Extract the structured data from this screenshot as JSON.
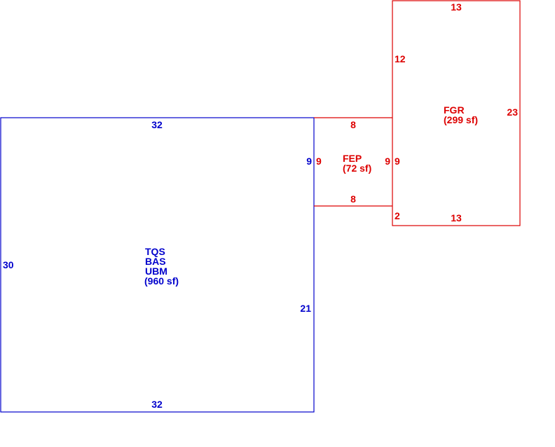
{
  "colors": {
    "main": "#0000cc",
    "addition": "#dd0000",
    "background": "#ffffff"
  },
  "areas": {
    "main": {
      "codes": [
        "TQS",
        "BAS",
        "UBM"
      ],
      "area": "(960 sf)",
      "dims": {
        "top": "32",
        "bottom": "32",
        "left": "30",
        "right_upper": "9",
        "right_lower": "21"
      }
    },
    "porch": {
      "code": "FEP",
      "area": "(72 sf)",
      "dims": {
        "top": "8",
        "bottom": "8",
        "left": "9",
        "right": "9"
      }
    },
    "garage": {
      "code": "FGR",
      "area": "(299 sf)",
      "dims": {
        "top": "13",
        "bottom": "13",
        "right": "23",
        "left_upper": "12",
        "left_middle": "9",
        "left_lower": "2"
      }
    }
  }
}
